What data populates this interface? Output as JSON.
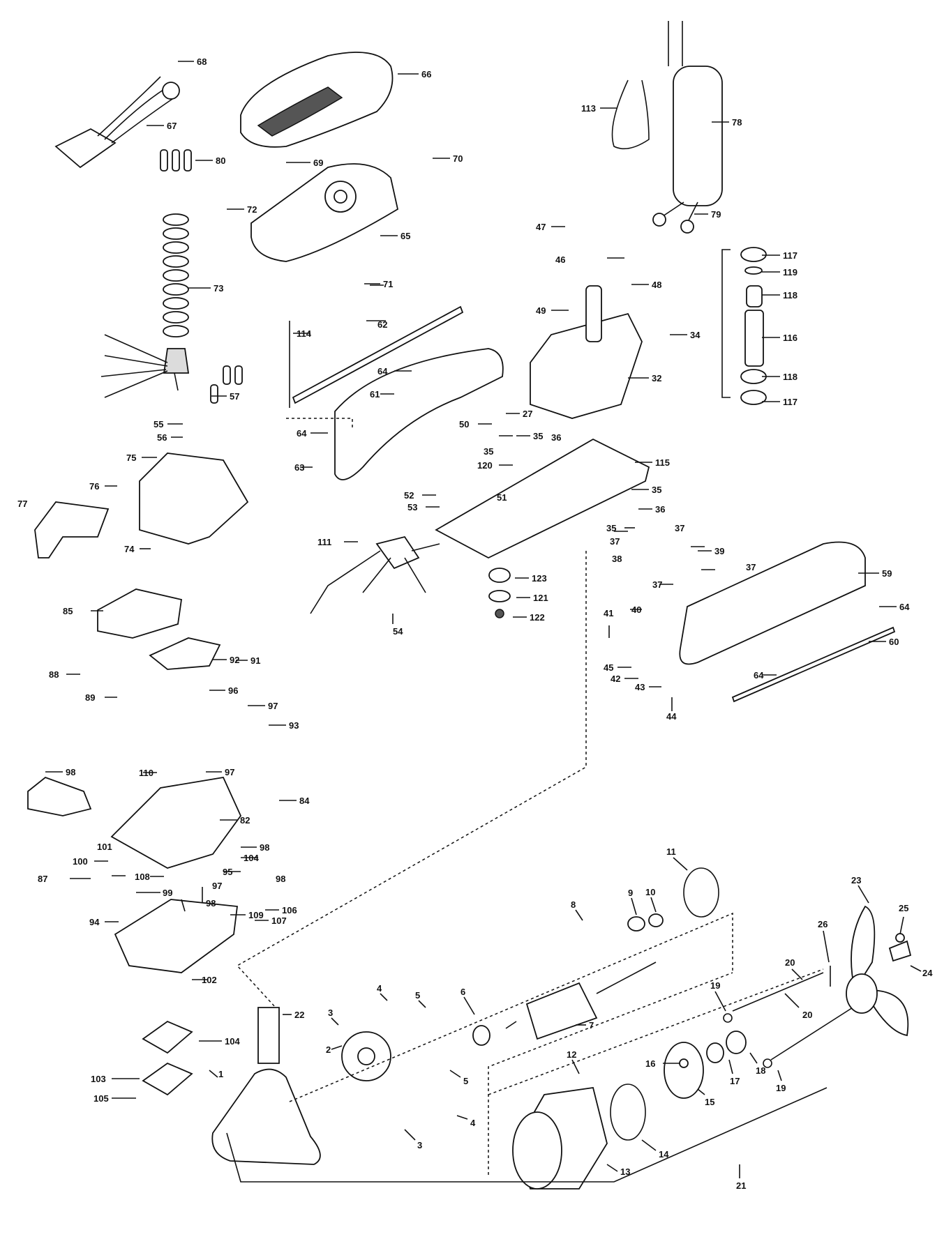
{
  "callouts": [
    {
      "id": "68",
      "text": "68"
    },
    {
      "id": "66",
      "text": "66"
    },
    {
      "id": "67",
      "text": "67"
    },
    {
      "id": "80",
      "text": "80"
    },
    {
      "id": "69",
      "text": "69"
    },
    {
      "id": "70",
      "text": "70"
    },
    {
      "id": "72",
      "text": "72"
    },
    {
      "id": "65",
      "text": "65"
    },
    {
      "id": "73",
      "text": "73"
    },
    {
      "id": "71",
      "text": "71"
    },
    {
      "id": "114",
      "text": "114"
    },
    {
      "id": "62",
      "text": "62"
    },
    {
      "id": "57",
      "text": "57"
    },
    {
      "id": "55",
      "text": "55"
    },
    {
      "id": "56",
      "text": "56"
    },
    {
      "id": "75",
      "text": "75"
    },
    {
      "id": "76",
      "text": "76"
    },
    {
      "id": "77",
      "text": "77"
    },
    {
      "id": "74",
      "text": "74"
    },
    {
      "id": "64a",
      "text": "64"
    },
    {
      "id": "61",
      "text": "61"
    },
    {
      "id": "63",
      "text": "63"
    },
    {
      "id": "64b",
      "text": "64"
    },
    {
      "id": "113",
      "text": "113"
    },
    {
      "id": "78",
      "text": "78"
    },
    {
      "id": "79",
      "text": "79"
    },
    {
      "id": "47",
      "text": "47"
    },
    {
      "id": "46",
      "text": "46"
    },
    {
      "id": "48",
      "text": "48"
    },
    {
      "id": "49",
      "text": "49"
    },
    {
      "id": "34",
      "text": "34"
    },
    {
      "id": "32",
      "text": "32"
    },
    {
      "id": "117a",
      "text": "117"
    },
    {
      "id": "119",
      "text": "119"
    },
    {
      "id": "118a",
      "text": "118"
    },
    {
      "id": "116",
      "text": "116"
    },
    {
      "id": "118b",
      "text": "118"
    },
    {
      "id": "117b",
      "text": "117"
    },
    {
      "id": "27",
      "text": "27"
    },
    {
      "id": "50",
      "text": "50"
    },
    {
      "id": "35a",
      "text": "35"
    },
    {
      "id": "36a",
      "text": "36"
    },
    {
      "id": "35b",
      "text": "35"
    },
    {
      "id": "120",
      "text": "120"
    },
    {
      "id": "115",
      "text": "115"
    },
    {
      "id": "35c",
      "text": "35"
    },
    {
      "id": "52",
      "text": "52"
    },
    {
      "id": "51",
      "text": "51"
    },
    {
      "id": "53",
      "text": "53"
    },
    {
      "id": "36b",
      "text": "36"
    },
    {
      "id": "35d",
      "text": "35"
    },
    {
      "id": "37a",
      "text": "37"
    },
    {
      "id": "37b",
      "text": "37"
    },
    {
      "id": "39",
      "text": "39"
    },
    {
      "id": "38",
      "text": "38"
    },
    {
      "id": "37c",
      "text": "37"
    },
    {
      "id": "59",
      "text": "59"
    },
    {
      "id": "37d",
      "text": "37"
    },
    {
      "id": "111",
      "text": "111"
    },
    {
      "id": "54",
      "text": "54"
    },
    {
      "id": "123",
      "text": "123"
    },
    {
      "id": "121",
      "text": "121"
    },
    {
      "id": "122",
      "text": "122"
    },
    {
      "id": "40",
      "text": "40"
    },
    {
      "id": "41",
      "text": "41"
    },
    {
      "id": "64c",
      "text": "64"
    },
    {
      "id": "60",
      "text": "60"
    },
    {
      "id": "45",
      "text": "45"
    },
    {
      "id": "42",
      "text": "42"
    },
    {
      "id": "64d",
      "text": "64"
    },
    {
      "id": "43",
      "text": "43"
    },
    {
      "id": "44",
      "text": "44"
    },
    {
      "id": "85",
      "text": "85"
    },
    {
      "id": "92",
      "text": "92"
    },
    {
      "id": "88",
      "text": "88"
    },
    {
      "id": "91",
      "text": "91"
    },
    {
      "id": "89",
      "text": "89"
    },
    {
      "id": "96",
      "text": "96"
    },
    {
      "id": "97a",
      "text": "97"
    },
    {
      "id": "93",
      "text": "93"
    },
    {
      "id": "98a",
      "text": "98"
    },
    {
      "id": "110",
      "text": "110"
    },
    {
      "id": "97b",
      "text": "97"
    },
    {
      "id": "84",
      "text": "84"
    },
    {
      "id": "82",
      "text": "82"
    },
    {
      "id": "101",
      "text": "101"
    },
    {
      "id": "98b",
      "text": "98"
    },
    {
      "id": "100",
      "text": "100"
    },
    {
      "id": "104a",
      "text": "104"
    },
    {
      "id": "87",
      "text": "87"
    },
    {
      "id": "108",
      "text": "108"
    },
    {
      "id": "95",
      "text": "95"
    },
    {
      "id": "98c",
      "text": "98"
    },
    {
      "id": "97c",
      "text": "97"
    },
    {
      "id": "99",
      "text": "99"
    },
    {
      "id": "98d",
      "text": "98"
    },
    {
      "id": "109",
      "text": "109"
    },
    {
      "id": "106",
      "text": "106"
    },
    {
      "id": "94",
      "text": "94"
    },
    {
      "id": "107",
      "text": "107"
    },
    {
      "id": "102",
      "text": "102"
    },
    {
      "id": "104b",
      "text": "104"
    },
    {
      "id": "103",
      "text": "103"
    },
    {
      "id": "105",
      "text": "105"
    },
    {
      "id": "22",
      "text": "22"
    },
    {
      "id": "1",
      "text": "1"
    },
    {
      "id": "3a",
      "text": "3"
    },
    {
      "id": "2",
      "text": "2"
    },
    {
      "id": "3b",
      "text": "3"
    },
    {
      "id": "4a",
      "text": "4"
    },
    {
      "id": "5a",
      "text": "5"
    },
    {
      "id": "5b",
      "text": "5"
    },
    {
      "id": "4b",
      "text": "4"
    },
    {
      "id": "6",
      "text": "6"
    },
    {
      "id": "7",
      "text": "7"
    },
    {
      "id": "8",
      "text": "8"
    },
    {
      "id": "9",
      "text": "9"
    },
    {
      "id": "10",
      "text": "10"
    },
    {
      "id": "11",
      "text": "11"
    },
    {
      "id": "12",
      "text": "12"
    },
    {
      "id": "14",
      "text": "14"
    },
    {
      "id": "13",
      "text": "13"
    },
    {
      "id": "16",
      "text": "16"
    },
    {
      "id": "15",
      "text": "15"
    },
    {
      "id": "17",
      "text": "17"
    },
    {
      "id": "18",
      "text": "18"
    },
    {
      "id": "19a",
      "text": "19"
    },
    {
      "id": "19b",
      "text": "19"
    },
    {
      "id": "20a",
      "text": "20"
    },
    {
      "id": "20b",
      "text": "20"
    },
    {
      "id": "21",
      "text": "21"
    },
    {
      "id": "23",
      "text": "23"
    },
    {
      "id": "25",
      "text": "25"
    },
    {
      "id": "24",
      "text": "24"
    },
    {
      "id": "26",
      "text": "26"
    }
  ]
}
